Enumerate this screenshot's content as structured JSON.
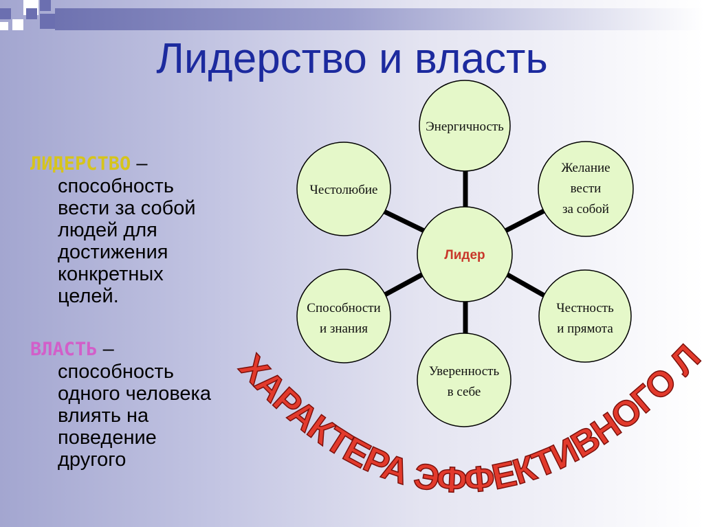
{
  "slide": {
    "title": "Лидерство и власть",
    "leadership": {
      "term": "ЛИДЕРСТВО",
      "dash": " –",
      "lines": [
        "способность",
        "вести за собой",
        "людей для",
        "достижения",
        "конкретных",
        "целей."
      ]
    },
    "power": {
      "term": "ВЛАСТЬ",
      "dash": " –",
      "lines": [
        "способность",
        "одного человека",
        "влиять на",
        "поведение",
        "другого"
      ]
    }
  },
  "diagram": {
    "center": "Лидер",
    "nodes": [
      {
        "id": "energy",
        "lines": [
          "Энергичность"
        ]
      },
      {
        "id": "desire",
        "lines": [
          "Желание",
          "вести",
          "за собой"
        ]
      },
      {
        "id": "honesty",
        "lines": [
          "Честность",
          "и прямота"
        ]
      },
      {
        "id": "confidence",
        "lines": [
          "Уверенность",
          "в себе"
        ]
      },
      {
        "id": "abilities",
        "lines": [
          "Способности",
          "и знания"
        ]
      },
      {
        "id": "ambition",
        "lines": [
          "Честолюбие"
        ]
      }
    ],
    "arc_caption": "ЧЕРТЫ ХАРАКТЕРА ЭФФЕКТИВНОГО ЛИДЕРА",
    "colors": {
      "node_fill": "#e5f8c9",
      "center_text": "#c8372a",
      "arc_text": "#e23a2c"
    }
  }
}
